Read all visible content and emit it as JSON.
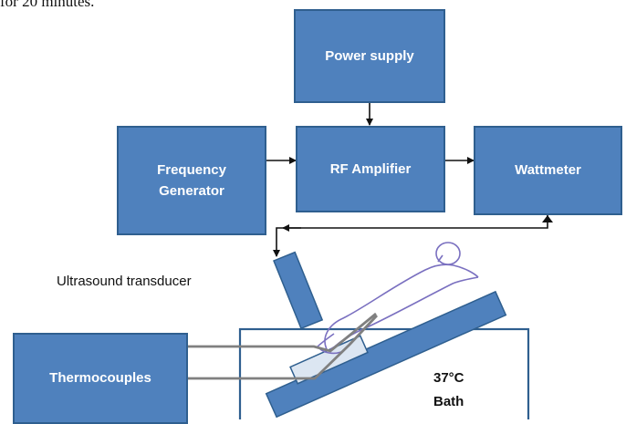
{
  "intro_text": "for 20 minutes.",
  "boxes": {
    "power_supply": "Power supply",
    "frequency_generator": "Frequency\nGenerator",
    "rf_amplifier": "RF Amplifier",
    "wattmeter": "Wattmeter",
    "thermocouples": "Thermocouples"
  },
  "labels": {
    "ultrasound_transducer": "Ultrasound transducer",
    "bath_temperature": "37°C",
    "bath": "Bath"
  },
  "colors": {
    "box_fill": "#4f81bd",
    "box_border": "#2f5f8f",
    "mouse_outline": "#7a70c0"
  }
}
